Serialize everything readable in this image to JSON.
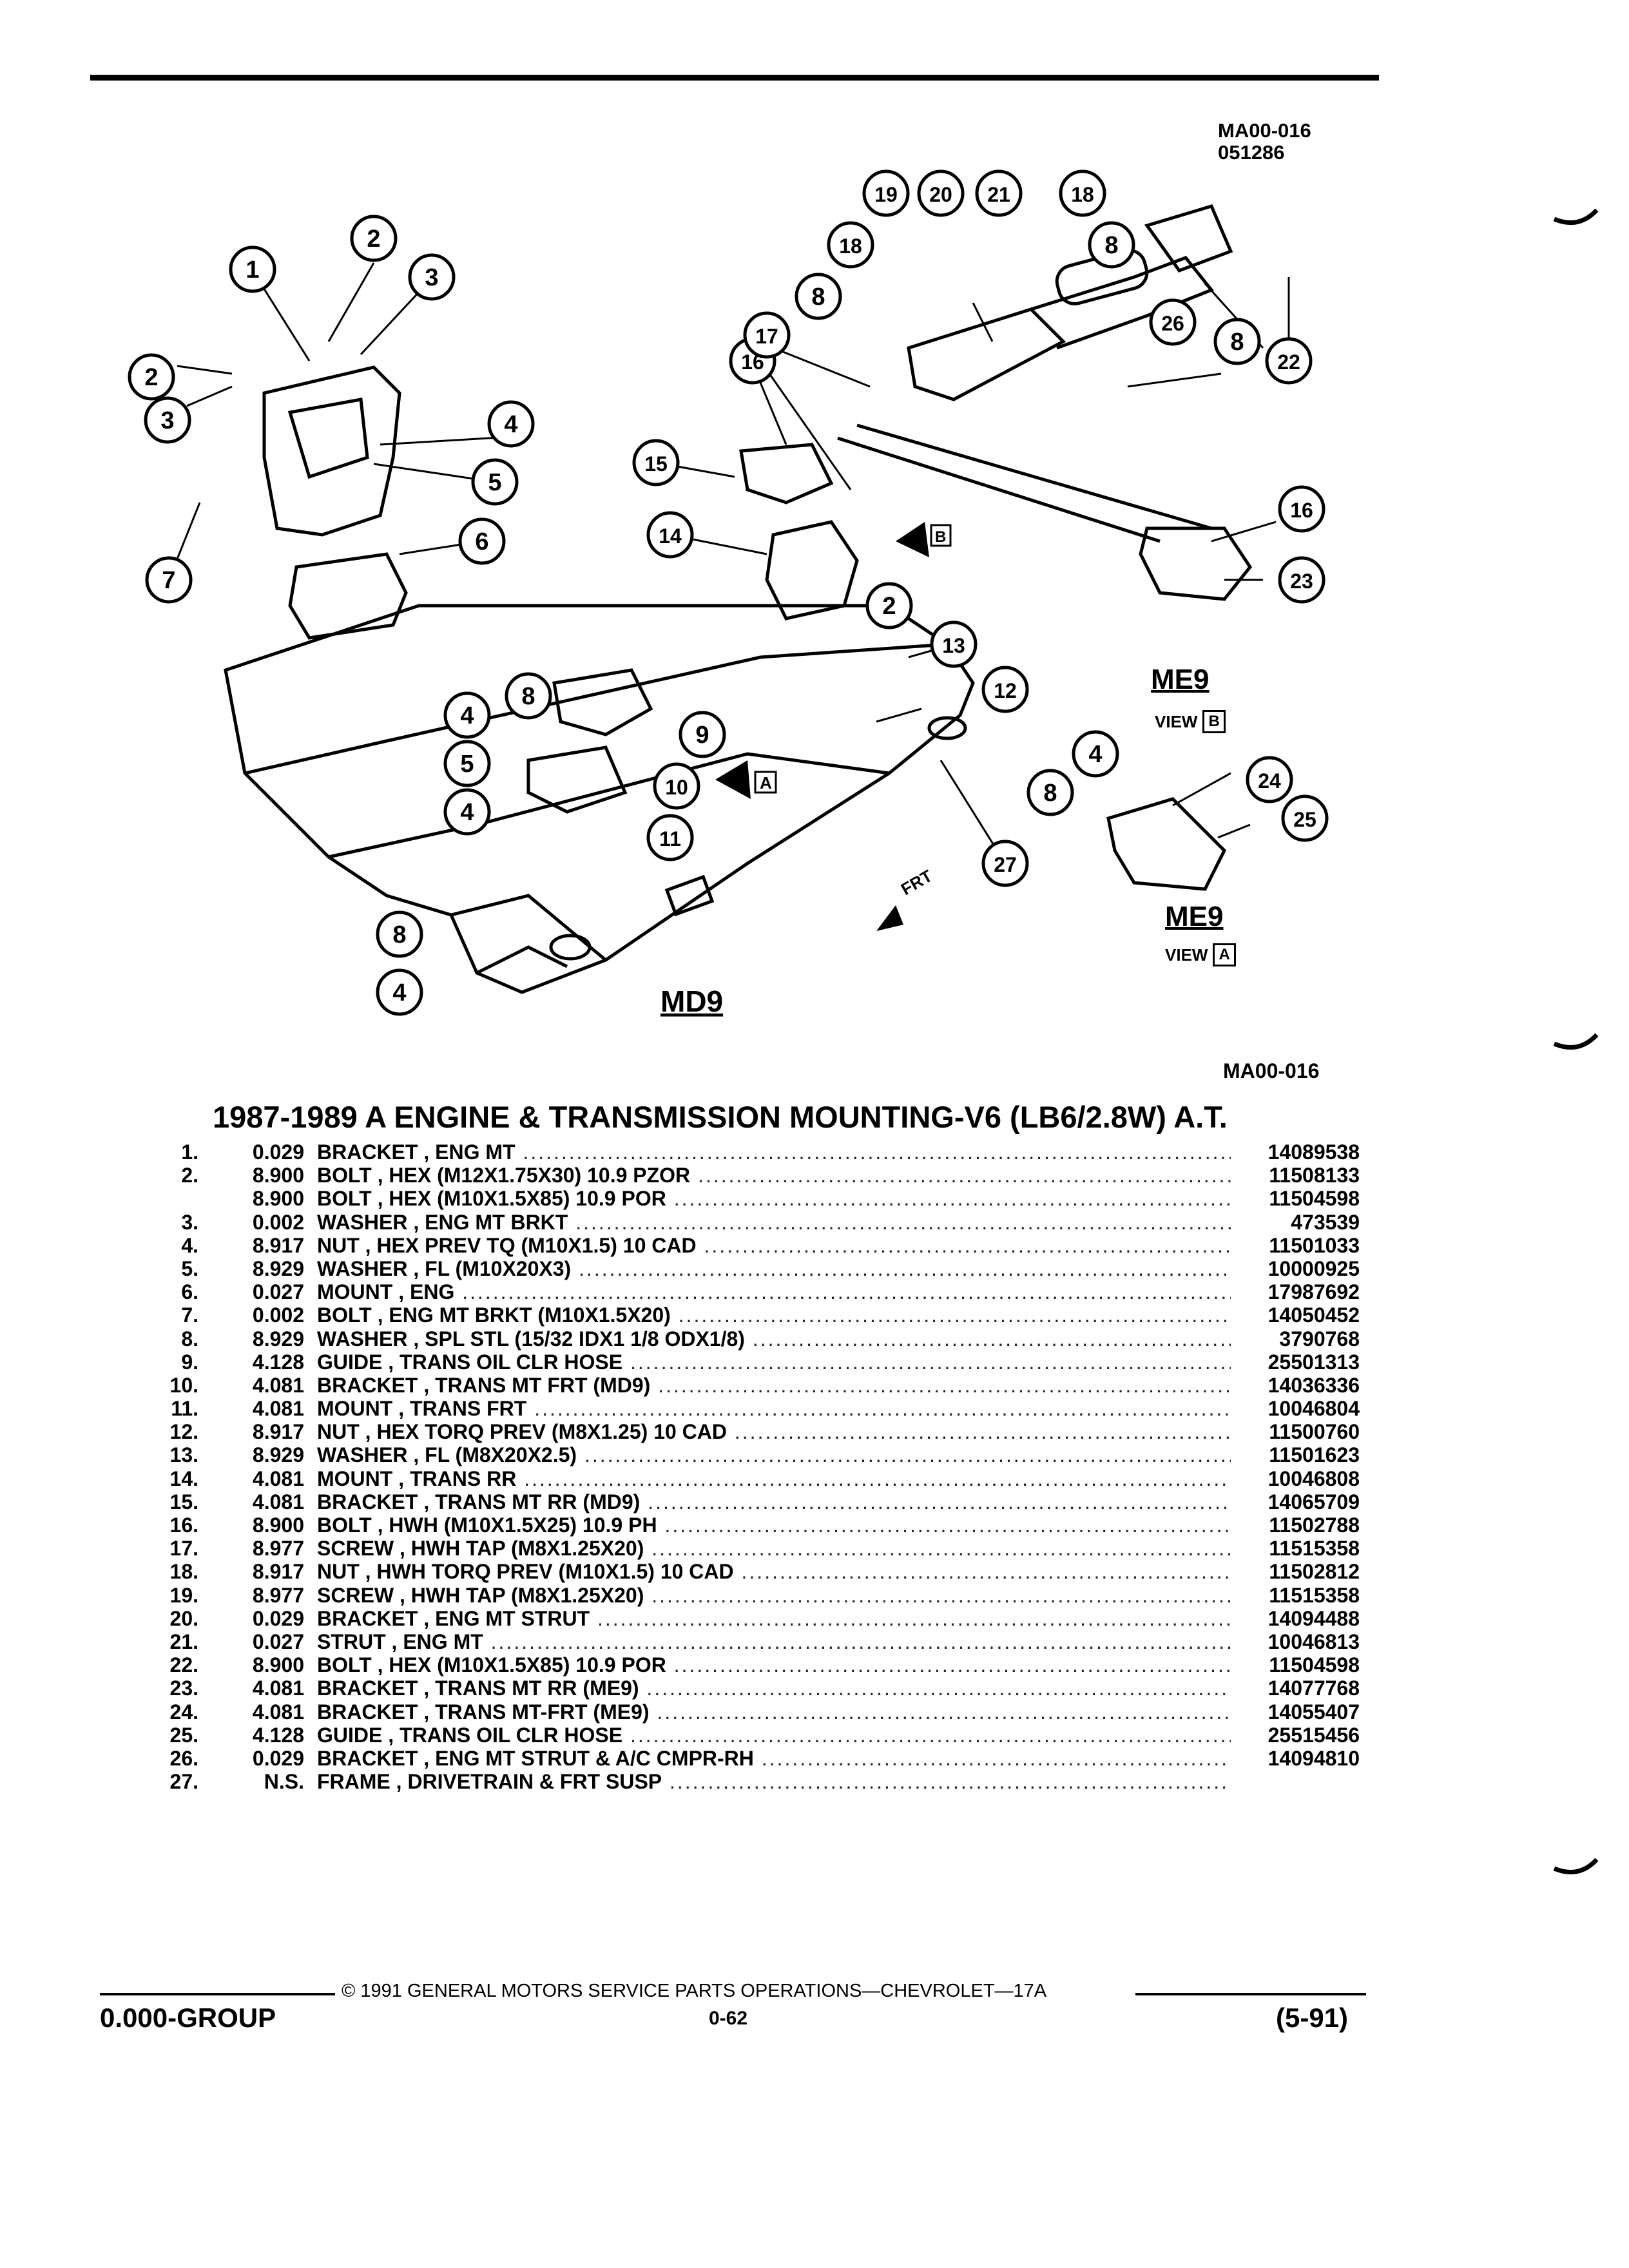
{
  "header": {
    "illustration_code": "MA00-016",
    "illustration_number": "051286"
  },
  "diagram": {
    "callouts": [
      "1",
      "2",
      "3",
      "2",
      "3",
      "7",
      "4",
      "5",
      "6",
      "8",
      "4",
      "5",
      "4",
      "9",
      "10",
      "11",
      "8",
      "4",
      "14",
      "15",
      "16",
      "17",
      "18",
      "8",
      "19",
      "20",
      "21",
      "18",
      "8",
      "26",
      "8",
      "22",
      "2",
      "13",
      "12",
      "27",
      "16",
      "23",
      "4",
      "8",
      "24",
      "25"
    ],
    "labels": {
      "md9": "MD9",
      "frt": "FRT",
      "view_a_marker": "A",
      "view_b_marker": "B",
      "me9_b": "ME9",
      "view_b": "VIEW",
      "view_b_box": "B",
      "me9_a": "ME9",
      "view_a": "VIEW",
      "view_a_box": "A"
    }
  },
  "figure_code": "MA00-016",
  "section_title": "1987-1989 A ENGINE & TRANSMISSION MOUNTING-V6 (LB6/2.8W) A.T.",
  "parts": [
    {
      "num": "1.",
      "group": "0.029",
      "desc": "BRACKET , ENG MT",
      "pn": "14089538"
    },
    {
      "num": "2.",
      "group": "8.900",
      "desc": "BOLT , HEX (M12X1.75X30) 10.9 PZOR",
      "pn": "11508133"
    },
    {
      "num": "",
      "group": "8.900",
      "desc": "BOLT , HEX (M10X1.5X85) 10.9 POR",
      "pn": "11504598"
    },
    {
      "num": "3.",
      "group": "0.002",
      "desc": "WASHER , ENG MT BRKT",
      "pn": "473539"
    },
    {
      "num": "4.",
      "group": "8.917",
      "desc": "NUT , HEX PREV TQ (M10X1.5) 10 CAD",
      "pn": "11501033"
    },
    {
      "num": "5.",
      "group": "8.929",
      "desc": "WASHER , FL (M10X20X3)",
      "pn": "10000925"
    },
    {
      "num": "6.",
      "group": "0.027",
      "desc": "MOUNT , ENG",
      "pn": "17987692"
    },
    {
      "num": "7.",
      "group": "0.002",
      "desc": "BOLT , ENG MT BRKT (M10X1.5X20)",
      "pn": "14050452"
    },
    {
      "num": "8.",
      "group": "8.929",
      "desc": "WASHER , SPL STL (15/32 IDX1 1/8 ODX1/8)",
      "pn": "3790768"
    },
    {
      "num": "9.",
      "group": "4.128",
      "desc": "GUIDE , TRANS OIL CLR HOSE",
      "pn": "25501313"
    },
    {
      "num": "10.",
      "group": "4.081",
      "desc": "BRACKET , TRANS MT FRT (MD9)",
      "pn": "14036336"
    },
    {
      "num": "11.",
      "group": "4.081",
      "desc": "MOUNT , TRANS FRT",
      "pn": "10046804"
    },
    {
      "num": "12.",
      "group": "8.917",
      "desc": "NUT , HEX TORQ PREV (M8X1.25) 10 CAD",
      "pn": "11500760"
    },
    {
      "num": "13.",
      "group": "8.929",
      "desc": "WASHER , FL (M8X20X2.5)",
      "pn": "11501623"
    },
    {
      "num": "14.",
      "group": "4.081",
      "desc": "MOUNT , TRANS RR",
      "pn": "10046808"
    },
    {
      "num": "15.",
      "group": "4.081",
      "desc": "BRACKET , TRANS MT RR (MD9)",
      "pn": "14065709"
    },
    {
      "num": "16.",
      "group": "8.900",
      "desc": "BOLT , HWH (M10X1.5X25) 10.9 PH",
      "pn": "11502788"
    },
    {
      "num": "17.",
      "group": "8.977",
      "desc": "SCREW , HWH TAP (M8X1.25X20)",
      "pn": "11515358"
    },
    {
      "num": "18.",
      "group": "8.917",
      "desc": "NUT , HWH TORQ PREV (M10X1.5) 10 CAD",
      "pn": "11502812"
    },
    {
      "num": "19.",
      "group": "8.977",
      "desc": "SCREW , HWH TAP (M8X1.25X20)",
      "pn": "11515358"
    },
    {
      "num": "20.",
      "group": "0.029",
      "desc": "BRACKET , ENG MT STRUT",
      "pn": "14094488"
    },
    {
      "num": "21.",
      "group": "0.027",
      "desc": "STRUT , ENG MT",
      "pn": "10046813"
    },
    {
      "num": "22.",
      "group": "8.900",
      "desc": "BOLT , HEX (M10X1.5X85) 10.9 POR",
      "pn": "11504598"
    },
    {
      "num": "23.",
      "group": "4.081",
      "desc": "BRACKET , TRANS MT RR (ME9)",
      "pn": "14077768"
    },
    {
      "num": "24.",
      "group": "4.081",
      "desc": "BRACKET , TRANS MT-FRT (ME9)",
      "pn": "14055407"
    },
    {
      "num": "25.",
      "group": "4.128",
      "desc": "GUIDE , TRANS OIL CLR HOSE",
      "pn": "25515456"
    },
    {
      "num": "26.",
      "group": "0.029",
      "desc": "BRACKET , ENG MT STRUT & A/C CMPR-RH",
      "pn": "14094810"
    },
    {
      "num": "27.",
      "group": "N.S.",
      "desc": "FRAME , DRIVETRAIN & FRT SUSP",
      "pn": ""
    }
  ],
  "footer": {
    "copyright": "© 1991 GENERAL MOTORS SERVICE PARTS OPERATIONS—CHEVROLET—17A",
    "group": "0.000-GROUP",
    "page": "0-62",
    "date": "(5-91)"
  }
}
